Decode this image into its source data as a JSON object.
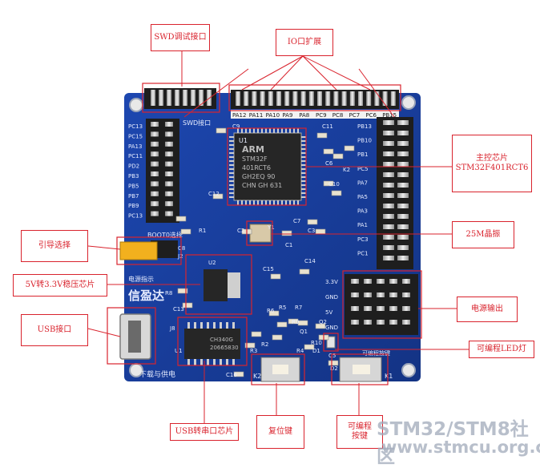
{
  "callouts": {
    "swd": "SWD调试接口",
    "io": "IO口扩展",
    "mcu": "主控芯片\nSTM32F401RCT6",
    "boot": "引导选择",
    "crystal": "25M晶振",
    "regulator": "5V转3.3V稳压芯片",
    "usb": "USB接口",
    "power_out": "电源输出",
    "led": "可编程LED灯",
    "usb_serial": "USB转串口芯片",
    "reset": "复位键",
    "prog_key": "可编程\n按键"
  },
  "watermark": {
    "line1": "STM32/STM8社区",
    "line2": "www.stmcu.org.cn"
  },
  "board": {
    "header_top_labels": [
      "PA12",
      "PA11",
      "PA10",
      "PA9",
      "PA8",
      "PC9",
      "PC8",
      "PC7",
      "PC6",
      "PB15"
    ],
    "swd_label": "SWD接口",
    "left_pins": [
      "PC13",
      "PC15",
      "PA13",
      "PC11",
      "PD2",
      "PB3",
      "PB5",
      "PB7",
      "PB9",
      "PC13"
    ],
    "right_pins": [
      "PB13",
      "PB10",
      "PB1",
      "PC5",
      "PA7",
      "PA5",
      "PA3",
      "PA1",
      "PC3",
      "PC1"
    ],
    "chip_text": [
      "ARM",
      "STM32F",
      "401RCT6",
      "GH2EQ 90",
      "CHN GH 631"
    ],
    "u1": "U1",
    "usb_chip_text": [
      "CH340G",
      "20665830"
    ],
    "boot_label": "BOOT0选择",
    "power_indicator": "电源指示",
    "brand": "信盈达",
    "download_label": "下载与供电",
    "volt_labels": [
      "3.3V",
      "GND",
      "5V",
      "GND"
    ],
    "key_labels": [
      "K2",
      "K1"
    ],
    "key_text": "可编程按键",
    "component_labels": [
      "C9",
      "C11",
      "C6",
      "K2",
      "C10",
      "C12",
      "C7",
      "C2",
      "C3",
      "C1",
      "C8",
      "R1",
      "C15",
      "C14",
      "U2",
      "C13",
      "R8",
      "R6",
      "R5",
      "R7",
      "R3",
      "R2",
      "Q1",
      "Q2",
      "D1",
      "R4",
      "R10",
      "J8",
      "J2",
      "U1",
      "C16",
      "C5",
      "D2",
      "Y1",
      "R9"
    ]
  },
  "colors": {
    "board": "#1a3fa0",
    "callout": "#d9232d",
    "header": "#1e1e1e",
    "pin": "#c9c9c9"
  }
}
